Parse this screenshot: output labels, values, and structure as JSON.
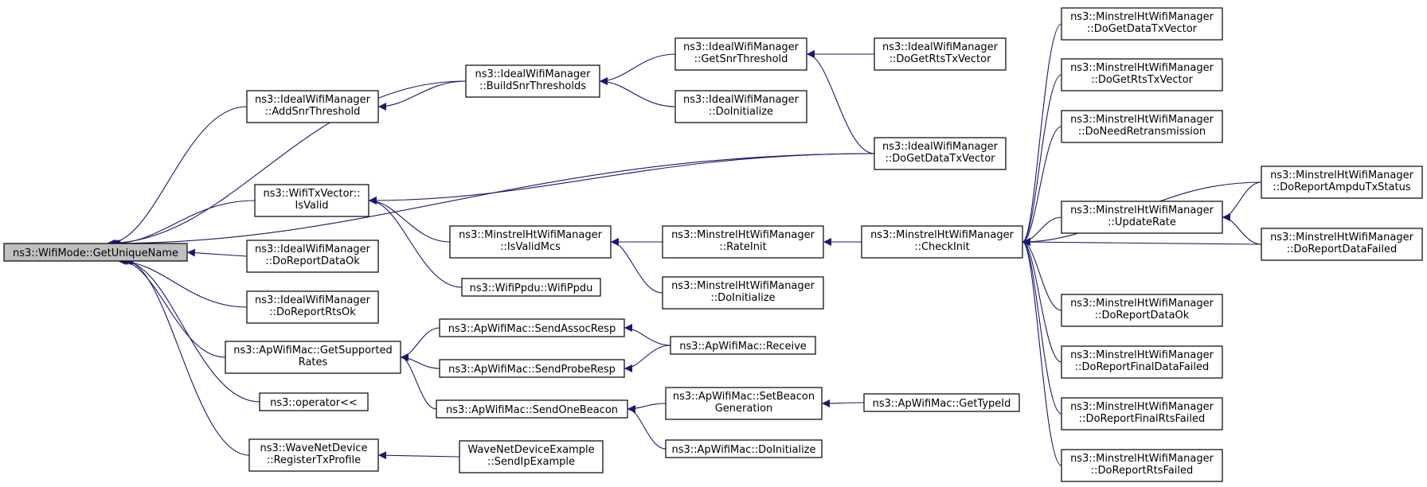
{
  "colors": {
    "edge": "#191970",
    "node_fill": "#ffffff",
    "root_fill": "#bfbfbf",
    "border": "#000000"
  },
  "nodes": [
    {
      "id": "root",
      "lines": [
        "ns3::WifiMode::GetUniqueName"
      ],
      "root": true
    },
    {
      "id": "addsnr",
      "lines": [
        "ns3::IdealWifiManager",
        "::AddSnrThreshold"
      ]
    },
    {
      "id": "buildsnr",
      "lines": [
        "ns3::IdealWifiManager",
        "::BuildSnrThresholds"
      ]
    },
    {
      "id": "getsnr",
      "lines": [
        "ns3::IdealWifiManager",
        "::GetSnrThreshold"
      ]
    },
    {
      "id": "ideal_doinit",
      "lines": [
        "ns3::IdealWifiManager",
        "::DoInitialize"
      ]
    },
    {
      "id": "ideal_rts",
      "lines": [
        "ns3::IdealWifiManager",
        "::DoGetRtsTxVector"
      ]
    },
    {
      "id": "ideal_data",
      "lines": [
        "ns3::IdealWifiManager",
        "::DoGetDataTxVector"
      ]
    },
    {
      "id": "isvalid",
      "lines": [
        "ns3::WifiTxVector::",
        "IsValid"
      ]
    },
    {
      "id": "isvalidmcs",
      "lines": [
        "ns3::MinstrelHtWifiManager",
        "::IsValidMcs"
      ]
    },
    {
      "id": "ppdu",
      "lines": [
        "ns3::WifiPpdu::WifiPpdu"
      ]
    },
    {
      "id": "rateinit",
      "lines": [
        "ns3::MinstrelHtWifiManager",
        "::RateInit"
      ]
    },
    {
      "id": "minstrel_doinit",
      "lines": [
        "ns3::MinstrelHtWifiManager",
        "::DoInitialize"
      ]
    },
    {
      "id": "checkinit",
      "lines": [
        "ns3::MinstrelHtWifiManager",
        "::CheckInit"
      ]
    },
    {
      "id": "ideal_rep_ok",
      "lines": [
        "ns3::IdealWifiManager",
        "::DoReportDataOk"
      ]
    },
    {
      "id": "ideal_rep_rts",
      "lines": [
        "ns3::IdealWifiManager",
        "::DoReportRtsOk"
      ]
    },
    {
      "id": "getsupported",
      "lines": [
        "ns3::ApWifiMac::GetSupported",
        "Rates"
      ]
    },
    {
      "id": "operator",
      "lines": [
        "ns3::operator<<"
      ]
    },
    {
      "id": "wave",
      "lines": [
        "ns3::WaveNetDevice",
        "::RegisterTxProfile"
      ]
    },
    {
      "id": "assoc",
      "lines": [
        "ns3::ApWifiMac::SendAssocResp"
      ]
    },
    {
      "id": "probe",
      "lines": [
        "ns3::ApWifiMac::SendProbeResp"
      ]
    },
    {
      "id": "beacon",
      "lines": [
        "ns3::ApWifiMac::SendOneBeacon"
      ]
    },
    {
      "id": "receive",
      "lines": [
        "ns3::ApWifiMac::Receive"
      ]
    },
    {
      "id": "setbeacon",
      "lines": [
        "ns3::ApWifiMac::SetBeacon",
        "Generation"
      ]
    },
    {
      "id": "ap_doinit",
      "lines": [
        "ns3::ApWifiMac::DoInitialize"
      ]
    },
    {
      "id": "gettypeid",
      "lines": [
        "ns3::ApWifiMac::GetTypeId"
      ]
    },
    {
      "id": "waveex",
      "lines": [
        "WaveNetDeviceExample",
        "::SendIpExample"
      ]
    },
    {
      "id": "mh_getdata",
      "lines": [
        "ns3::MinstrelHtWifiManager",
        "::DoGetDataTxVector"
      ]
    },
    {
      "id": "mh_getrts",
      "lines": [
        "ns3::MinstrelHtWifiManager",
        "::DoGetRtsTxVector"
      ]
    },
    {
      "id": "mh_needretx",
      "lines": [
        "ns3::MinstrelHtWifiManager",
        "::DoNeedRetransmission"
      ]
    },
    {
      "id": "mh_update",
      "lines": [
        "ns3::MinstrelHtWifiManager",
        "::UpdateRate"
      ]
    },
    {
      "id": "mh_repdataok",
      "lines": [
        "ns3::MinstrelHtWifiManager",
        "::DoReportDataOk"
      ]
    },
    {
      "id": "mh_finaldata",
      "lines": [
        "ns3::MinstrelHtWifiManager",
        "::DoReportFinalDataFailed"
      ]
    },
    {
      "id": "mh_finalrts",
      "lines": [
        "ns3::MinstrelHtWifiManager",
        "::DoReportFinalRtsFailed"
      ]
    },
    {
      "id": "mh_rtsfailed",
      "lines": [
        "ns3::MinstrelHtWifiManager",
        "::DoReportRtsFailed"
      ]
    },
    {
      "id": "mh_ampdu",
      "lines": [
        "ns3::MinstrelHtWifiManager",
        "::DoReportAmpduTxStatus"
      ]
    },
    {
      "id": "mh_datafailed",
      "lines": [
        "ns3::MinstrelHtWifiManager",
        "::DoReportDataFailed"
      ]
    }
  ],
  "edges": [
    [
      "root",
      "addsnr"
    ],
    [
      "root",
      "buildsnr"
    ],
    [
      "root",
      "ideal_data"
    ],
    [
      "root",
      "isvalid"
    ],
    [
      "root",
      "ideal_rep_ok"
    ],
    [
      "root",
      "ideal_rep_rts"
    ],
    [
      "root",
      "getsupported"
    ],
    [
      "root",
      "operator"
    ],
    [
      "root",
      "wave"
    ],
    [
      "addsnr",
      "buildsnr"
    ],
    [
      "buildsnr",
      "getsnr"
    ],
    [
      "buildsnr",
      "ideal_doinit"
    ],
    [
      "getsnr",
      "ideal_rts"
    ],
    [
      "getsnr",
      "ideal_data"
    ],
    [
      "isvalid",
      "ideal_data"
    ],
    [
      "isvalid",
      "isvalidmcs"
    ],
    [
      "isvalid",
      "ppdu"
    ],
    [
      "isvalidmcs",
      "rateinit"
    ],
    [
      "isvalidmcs",
      "minstrel_doinit"
    ],
    [
      "rateinit",
      "checkinit"
    ],
    [
      "checkinit",
      "mh_getdata"
    ],
    [
      "checkinit",
      "mh_getrts"
    ],
    [
      "checkinit",
      "mh_needretx"
    ],
    [
      "checkinit",
      "mh_update"
    ],
    [
      "checkinit",
      "mh_ampdu"
    ],
    [
      "checkinit",
      "mh_datafailed"
    ],
    [
      "checkinit",
      "mh_repdataok"
    ],
    [
      "checkinit",
      "mh_finaldata"
    ],
    [
      "checkinit",
      "mh_finalrts"
    ],
    [
      "checkinit",
      "mh_rtsfailed"
    ],
    [
      "mh_update",
      "mh_ampdu"
    ],
    [
      "mh_update",
      "mh_datafailed"
    ],
    [
      "getsupported",
      "assoc"
    ],
    [
      "getsupported",
      "probe"
    ],
    [
      "getsupported",
      "beacon"
    ],
    [
      "assoc",
      "receive"
    ],
    [
      "probe",
      "receive"
    ],
    [
      "beacon",
      "setbeacon"
    ],
    [
      "beacon",
      "ap_doinit"
    ],
    [
      "setbeacon",
      "gettypeid"
    ],
    [
      "wave",
      "waveex"
    ]
  ]
}
